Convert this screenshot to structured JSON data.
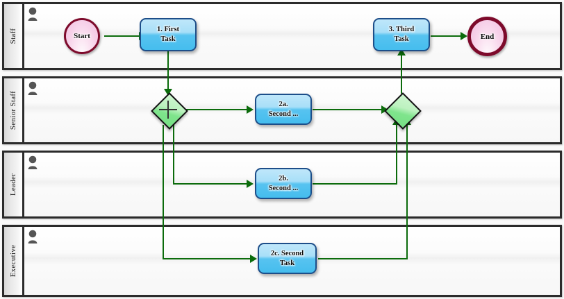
{
  "diagram": {
    "type": "bpmn-swimlane",
    "accent_flow_color": "#0b6b0b",
    "lane_border_color": "#2b2b2b",
    "task_fill_color": "#57c3f0",
    "gateway_fill_color": "#7fe48c",
    "event_fill_color": "#f6cfe8",
    "event_border_color": "#7d0a2b"
  },
  "lanes": [
    {
      "id": "lane-staff",
      "label": "Staff",
      "role_icon": "person-icon"
    },
    {
      "id": "lane-senior-staff",
      "label": "Senior Staff",
      "role_icon": "person-icon"
    },
    {
      "id": "lane-leader",
      "label": "Leader",
      "role_icon": "person-icon"
    },
    {
      "id": "lane-executive",
      "label": "Executive",
      "role_icon": "person-icon"
    }
  ],
  "nodes": {
    "start": {
      "label": "Start",
      "type": "start-event",
      "lane": "Staff"
    },
    "task1": {
      "label": "1. First\nTask",
      "line1": "1. First",
      "line2": "Task",
      "type": "task",
      "lane": "Staff"
    },
    "task3": {
      "label": "3. Third\nTask",
      "line1": "3. Third",
      "line2": "Task",
      "type": "task",
      "lane": "Staff"
    },
    "end": {
      "label": "End",
      "type": "end-event",
      "lane": "Staff"
    },
    "split": {
      "label": "",
      "type": "parallel-gateway",
      "lane": "Senior Staff",
      "marker": "plus"
    },
    "join": {
      "label": "",
      "type": "gateway",
      "lane": "Senior Staff",
      "marker": "none"
    },
    "task2a": {
      "label": "2a. Second ...",
      "line1": "2a.",
      "line2": "Second ...",
      "type": "task",
      "lane": "Senior Staff"
    },
    "task2b": {
      "label": "2b. Second ...",
      "line1": "2b.",
      "line2": "Second ...",
      "type": "task",
      "lane": "Leader"
    },
    "task2c": {
      "label": "2c. Second Task",
      "line1": "2c. Second",
      "line2": "Task",
      "type": "task",
      "lane": "Executive"
    }
  }
}
